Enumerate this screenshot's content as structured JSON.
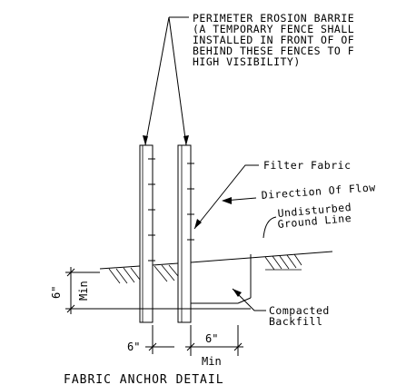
{
  "notes": {
    "perimeter_line1": "PERIMETER EROSION BARRIE",
    "perimeter_line2": "(A TEMPORARY FENCE SHALL",
    "perimeter_line3": "INSTALLED IN FRONT OF OF",
    "perimeter_line4": "BEHIND THESE FENCES TO F",
    "perimeter_line5": "HIGH VISIBILITY)",
    "filter_fabric": "Filter Fabric",
    "direction_of_flow": "Direction Of Flow",
    "undisturbed_line1": "Undisturbed",
    "undisturbed_line2": "Ground Line",
    "compacted_line1": "Compacted",
    "compacted_line2": "Backfill"
  },
  "dimensions": {
    "depth_value": "6\"",
    "depth_min": "Min",
    "post_gap_value": "6\"",
    "trench_width_value": "6\"",
    "trench_width_min": "Min"
  },
  "title": "FABRIC ANCHOR DETAIL"
}
